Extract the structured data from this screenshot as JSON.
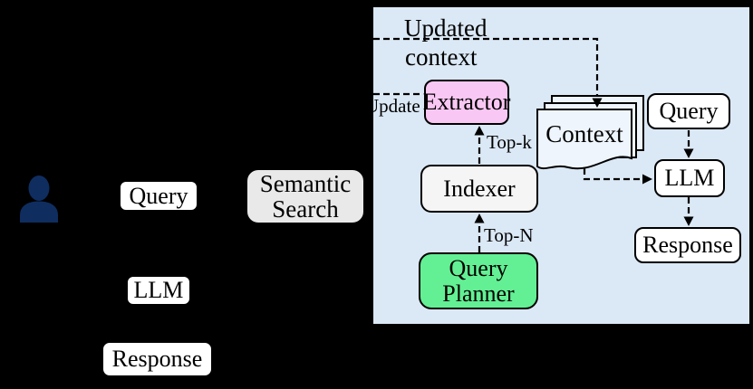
{
  "figure": {
    "left_flow": {
      "query": "Query",
      "llm": "LLM",
      "response": "Response",
      "semantic_search": [
        "Semantic",
        "Search"
      ]
    },
    "panel": {
      "updated_context": [
        "Updated",
        "context"
      ],
      "update": "Update",
      "extractor": "Extractor",
      "indexer": "Indexer",
      "query_planner": [
        "Query",
        "Planner"
      ],
      "context": "Context",
      "top_k": "Top-k",
      "top_n": "Top-N",
      "query": "Query",
      "llm": "LLM",
      "response": "Response"
    },
    "icons": {
      "person": "user-silhouette"
    }
  },
  "colors": {
    "background": "#000000",
    "panel_bg": "#dbe8f5",
    "extractor_pink": "#f9c7f3",
    "planner_green": "#63f094",
    "semantic_gray": "#e9e9e9",
    "indexer_gray": "#f5f5f5",
    "person_navy": "#0f2d5f",
    "sheet_fill": "#eef5fc",
    "line_black": "#000000"
  }
}
